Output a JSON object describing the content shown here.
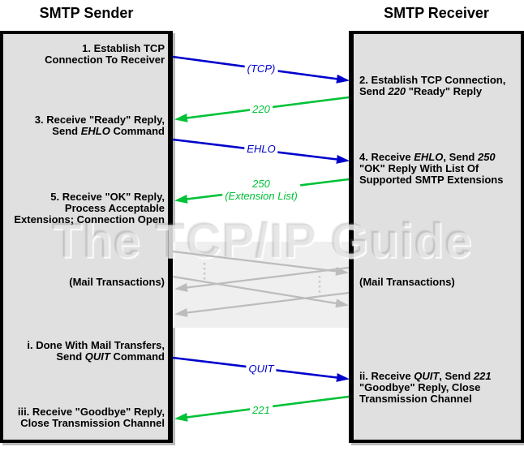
{
  "colors": {
    "command": "#0000cc",
    "reply": "#00c238",
    "idle": "#bcbcbc"
  },
  "watermark": "The TCP/IP Guide",
  "sender": {
    "title": "SMTP Sender",
    "steps": [
      {
        "lines": [
          [
            {
              "t": "1. Establish TCP"
            }
          ],
          [
            {
              "t": "Connection To Receiver"
            }
          ]
        ]
      },
      {
        "lines": [
          [
            {
              "t": "3. Receive \"Ready\" Reply,"
            }
          ],
          [
            {
              "t": "Send "
            },
            {
              "t": "EHLO",
              "i": true
            },
            {
              "t": " Command"
            }
          ]
        ]
      },
      {
        "lines": [
          [
            {
              "t": "5. Receive \"OK\" Reply,"
            }
          ],
          [
            {
              "t": "Process Acceptable"
            }
          ],
          [
            {
              "t": "Extensions; Connection Open"
            }
          ]
        ]
      },
      {
        "lines": [
          [
            {
              "t": "(Mail Transactions)"
            }
          ]
        ]
      },
      {
        "lines": [
          [
            {
              "t": "i. Done With Mail Transfers,"
            }
          ],
          [
            {
              "t": "Send "
            },
            {
              "t": "QUIT",
              "i": true
            },
            {
              "t": " Command"
            }
          ]
        ]
      },
      {
        "lines": [
          [
            {
              "t": "iii. Receive \"Goodbye\" Reply,"
            }
          ],
          [
            {
              "t": "Close Transmission Channel"
            }
          ]
        ]
      }
    ]
  },
  "receiver": {
    "title": "SMTP Receiver",
    "steps": [
      {
        "lines": [
          [
            {
              "t": "2. Establish TCP Connection,"
            }
          ],
          [
            {
              "t": "Send "
            },
            {
              "t": "220",
              "i": true
            },
            {
              "t": " \"Ready\" Reply"
            }
          ]
        ]
      },
      {
        "lines": [
          [
            {
              "t": "4. Receive "
            },
            {
              "t": "EHLO",
              "i": true
            },
            {
              "t": ", Send "
            },
            {
              "t": "250",
              "i": true
            }
          ],
          [
            {
              "t": "\"OK\" Reply With List Of"
            }
          ],
          [
            {
              "t": "Supported SMTP Extensions"
            }
          ]
        ]
      },
      {
        "lines": [
          [
            {
              "t": "(Mail Transactions)"
            }
          ]
        ]
      },
      {
        "lines": [
          [
            {
              "t": "ii. Receive "
            },
            {
              "t": "QUIT",
              "i": true
            },
            {
              "t": ", Send "
            },
            {
              "t": "221",
              "i": true
            }
          ],
          [
            {
              "t": "\"Goodbye\" Reply, Close"
            }
          ],
          [
            {
              "t": "Transmission Channel"
            }
          ]
        ]
      }
    ]
  },
  "messages": {
    "tcp": {
      "label": "(TCP)",
      "direction": "to-receiver"
    },
    "r220": {
      "label": "220",
      "direction": "to-sender"
    },
    "ehlo": {
      "label": "EHLO",
      "direction": "to-receiver"
    },
    "r250": {
      "label_line1": "250",
      "label_line2": "(Extension List)",
      "direction": "to-sender"
    },
    "quit": {
      "label": "QUIT",
      "direction": "to-receiver"
    },
    "r221": {
      "label": "221",
      "direction": "to-sender"
    }
  }
}
